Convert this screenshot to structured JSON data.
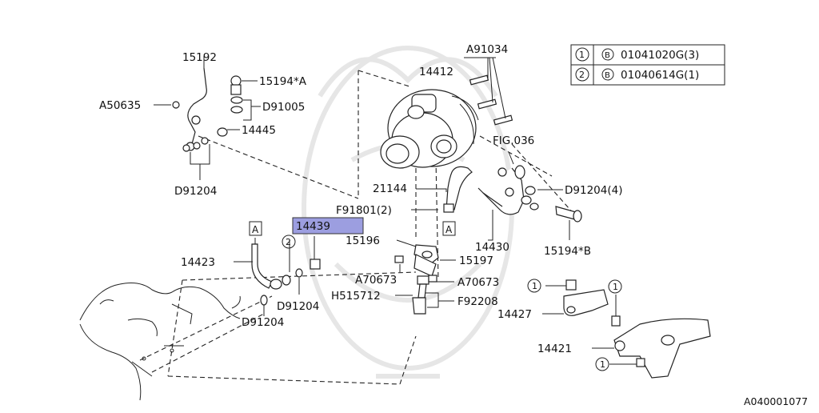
{
  "diagram": {
    "doc_code": "A040001077",
    "labels": {
      "p15192": "15192",
      "p15194a": "15194*A",
      "a50635": "A50635",
      "d91005": "D91005",
      "p14445": "14445",
      "d91204_top": "D91204",
      "a91034": "A91034",
      "p14412": "14412",
      "fig036": "FIG.036",
      "d91204_4": "D91204(4)",
      "p21144": "21144",
      "f91801": "F91801(2)",
      "p14430": "14430",
      "p15194b": "15194*B",
      "p15196": "15196",
      "p15197": "15197",
      "a70673_l": "A70673",
      "a70673_r": "A70673",
      "h515712": "H515712",
      "f92208": "F92208",
      "p14439": "14439",
      "p14423": "14423",
      "d91204_mid": "D91204",
      "d91204_bot": "D91204",
      "p14427": "14427",
      "p14421": "14421"
    },
    "ref_marks": {
      "a1": "A",
      "a2": "A"
    },
    "callouts": {
      "c2_left": "2",
      "c1_a": "1",
      "c1_b": "1",
      "c1_c": "1"
    },
    "legend": {
      "rows": [
        {
          "num": "1",
          "type": "B",
          "code": "01041020G(3)"
        },
        {
          "num": "2",
          "type": "B",
          "code": "01040614G(1)"
        }
      ]
    }
  }
}
